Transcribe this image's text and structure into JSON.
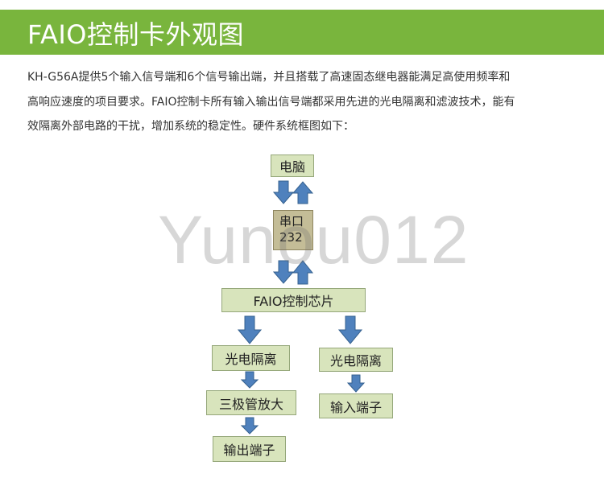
{
  "header": {
    "title": "FAIO控制卡外观图",
    "bg_color": "#79b53d"
  },
  "description": {
    "lines": [
      "KH-G56A提供5个输入信号端和6个信号输出端，并且搭载了高速固态继电器能满足高使用频率和",
      "高响应速度的项目要求。FAIO控制卡所有输入输出信号端都采用先进的光电隔离和滤波技术，能有",
      "效隔离外部电路的干扰，增加系统的稳定性。硬件系统框图如下："
    ]
  },
  "diagram": {
    "nodes": {
      "computer": "电脑",
      "serial_line1": "串口",
      "serial_line2": "232",
      "faio_chip": "FAIO控制芯片",
      "left_opto": "光电隔离",
      "left_amp": "三极管放大",
      "left_output": "输出端子",
      "right_opto": "光电隔离",
      "right_input": "输入端子"
    },
    "colors": {
      "box_fill": "#d8e4bc",
      "serial_fill": "#c4bd97",
      "arrow": "#4f81bd"
    }
  },
  "watermark": "Yunou012"
}
